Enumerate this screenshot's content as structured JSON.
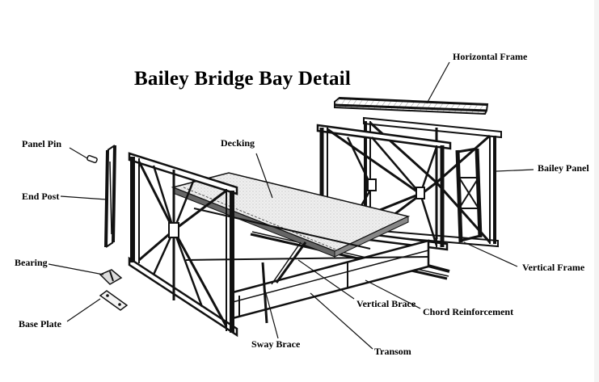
{
  "title": "Bailey Bridge Bay Detail",
  "labels": {
    "horizontal_frame": "Horizontal  Frame",
    "panel_pin": "Panel Pin",
    "decking": "Decking",
    "bailey_panel": "Bailey Panel",
    "end_post": "End Post",
    "bearing": "Bearing",
    "vertical_frame": "Vertical Frame",
    "vertical_brace": "Vertical Brace",
    "chord_reinforcement": "Chord Reinforcement",
    "base_plate": "Base Plate",
    "sway_brace": "Sway Brace",
    "transom": "Transom"
  }
}
